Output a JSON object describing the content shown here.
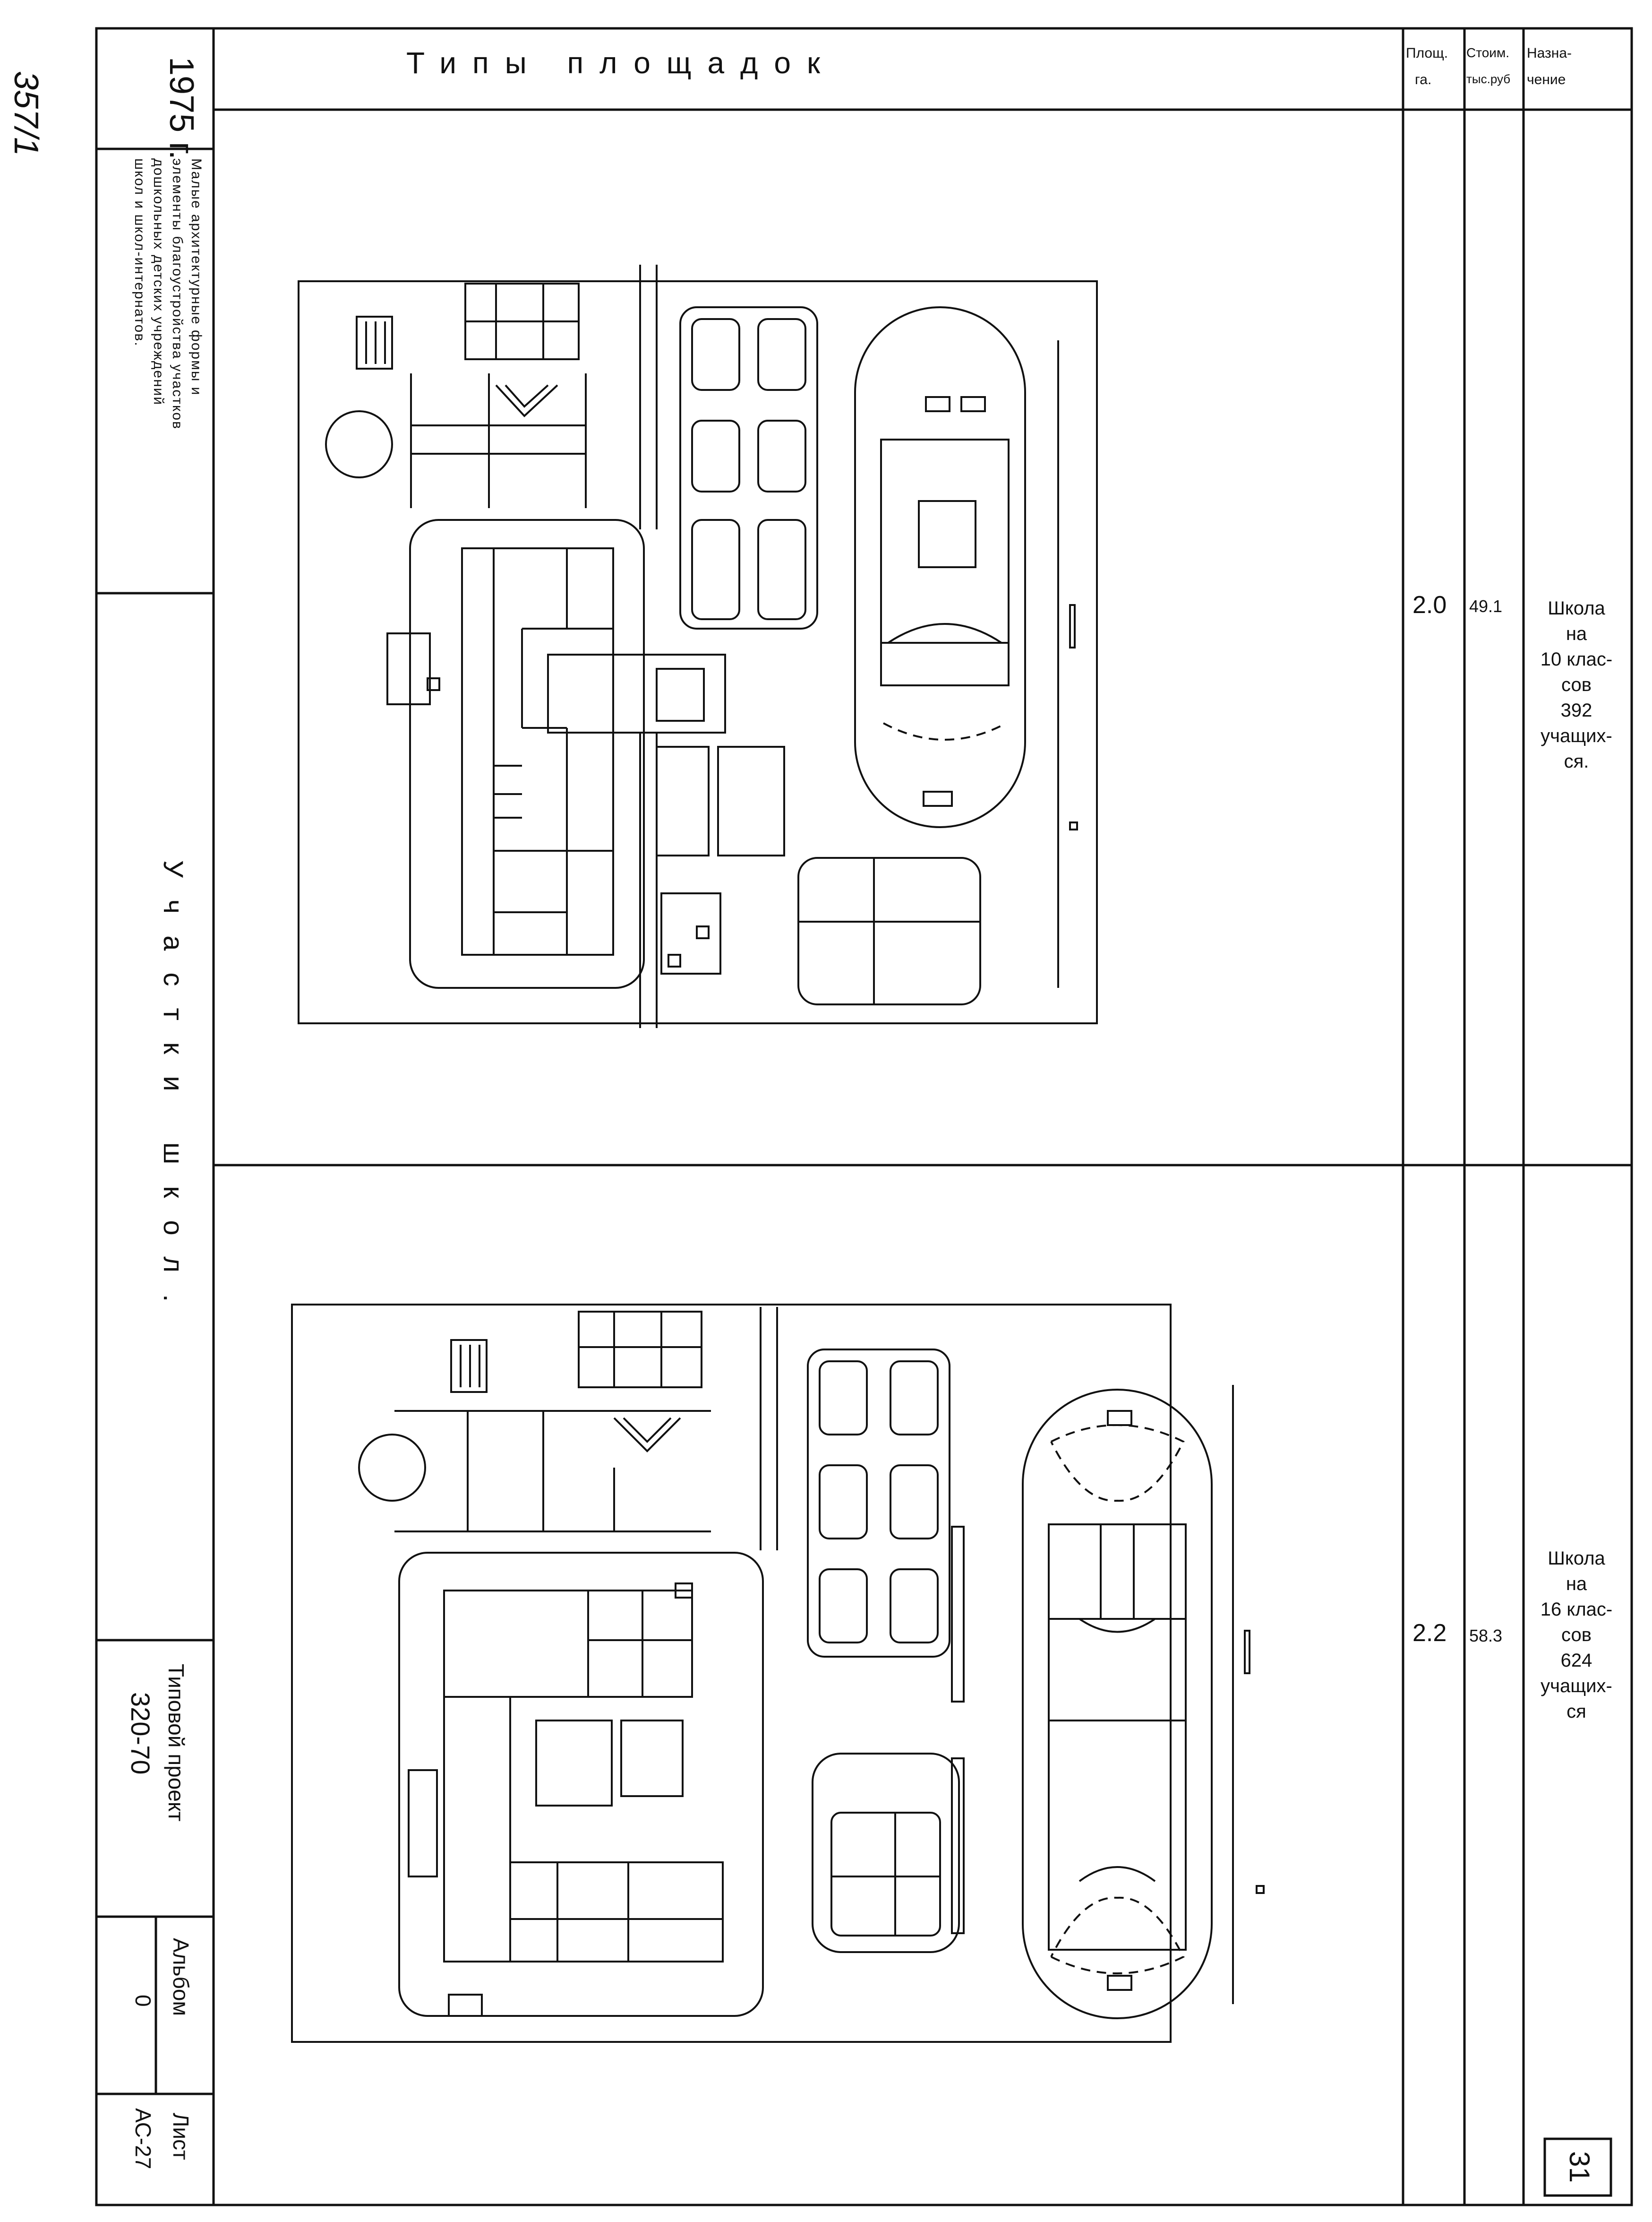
{
  "margin_note": "357/1",
  "title_block": {
    "year": "1975 г.",
    "album_title": [
      "Малые архитектурные формы и",
      "элементы благоустройства участков",
      "дошкольных детских учреждений",
      "школ и школ-интернатов."
    ],
    "section_title": "Участки школ.",
    "project_label": "Типовой проект",
    "project_number": "320-70",
    "album_label": "Альбом",
    "album_number": "0",
    "sheet_label": "Лист",
    "sheet_code": "АС-27"
  },
  "table": {
    "header": {
      "types": "Типы площадок",
      "area": [
        "Площ.",
        "га."
      ],
      "cost": [
        "Стоим.",
        "тыс.руб"
      ],
      "purpose": [
        "Назна-",
        "чение"
      ]
    },
    "rows": [
      {
        "area": "2.0",
        "cost": "49.1",
        "purpose": [
          "Школа",
          "на",
          "10 клас-",
          "сов",
          "392",
          "учащих-",
          "ся."
        ]
      },
      {
        "area": "2.2",
        "cost": "58.3",
        "purpose": [
          "Школа",
          "на",
          "16 клас-",
          "сов",
          "624",
          "учащих-",
          "ся"
        ]
      }
    ]
  },
  "page_number": "31"
}
